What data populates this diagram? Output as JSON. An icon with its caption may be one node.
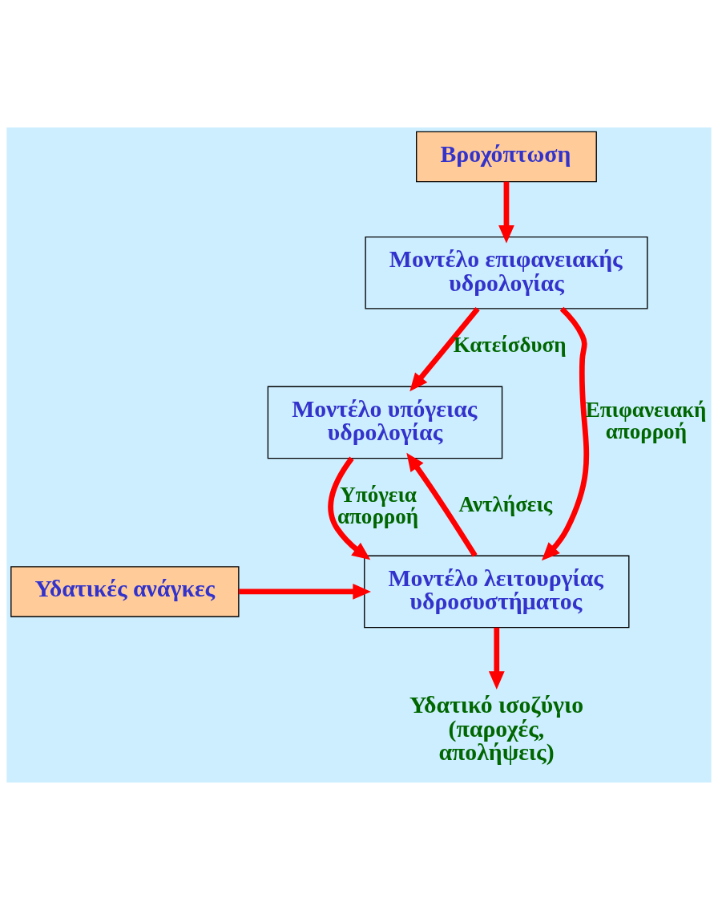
{
  "diagram": {
    "nodes": [
      {
        "text": [
          "Βροχόπτωση"
        ]
      },
      {
        "text": [
          "Μοντέλο επιφανειακής υδρολογίας"
        ]
      },
      {
        "text": [
          "Μοντέλο υπόγειας υδρολογίας"
        ]
      },
      {
        "text": [
          "Μοντέλο λειτουργίας υδροσυστήματος"
        ]
      },
      {
        "text": [
          "Υδατικές ανάγκες"
        ]
      },
      {
        "text": [
          "Υδατικό ισοζύγιο (παροχές, απολήψεις)"
        ]
      }
    ],
    "edges": [
      {
        "from": 0,
        "to": 1,
        "arrow": "to"
      },
      {
        "from": 1,
        "to": 2,
        "arrow": "to",
        "label": "Κατείσδυση"
      },
      {
        "from": 2,
        "to": 3,
        "arrow": "to",
        "label": "Υπόγεια απορροή"
      },
      {
        "from": 1,
        "to": 3,
        "arrow": "to",
        "label": "Επιφανειακή απορροή"
      },
      {
        "from": 3,
        "to": 2,
        "arrow": "to",
        "label": "Αντλήσεις"
      },
      {
        "from": 4,
        "to": 3,
        "arrow": "to"
      },
      {
        "from": 3,
        "to": 5,
        "arrow": "to"
      }
    ]
  }
}
